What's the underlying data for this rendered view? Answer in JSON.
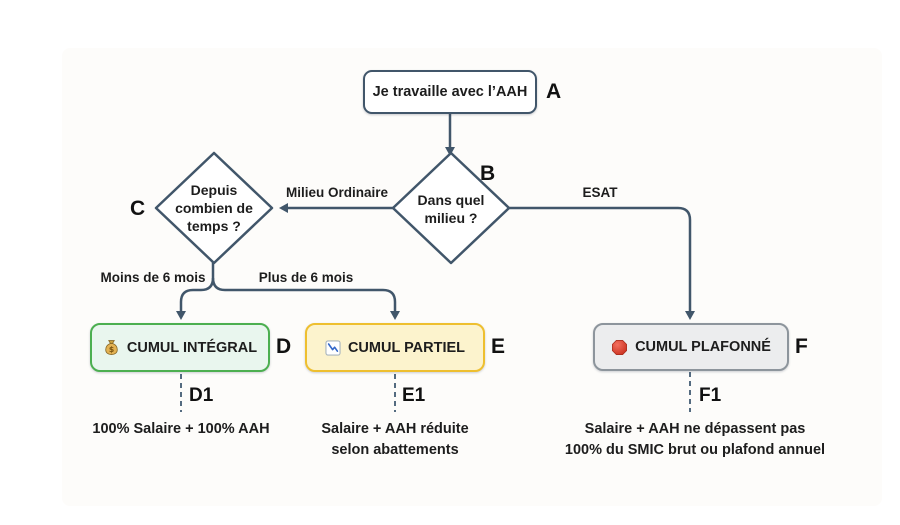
{
  "colors": {
    "background": "#ffffff",
    "line": "#41566a",
    "text": "#1d1d1d",
    "green_border": "#4caf50",
    "green_fill": "#e9f6ee",
    "yellow_border": "#eebf2f",
    "yellow_fill": "#fcf3cd",
    "gray_border": "#8d959c",
    "gray_fill": "#ecedee"
  },
  "nodes": {
    "a": {
      "id": "A",
      "text": "Je travaille avec l’AAH"
    },
    "b": {
      "id": "B",
      "text": "Dans quel\nmilieu ?"
    },
    "c": {
      "id": "C",
      "text": "Depuis\ncombien de\ntemps ?"
    },
    "d": {
      "id": "D",
      "text": "CUMUL INTÉGRAL",
      "icon": "money-bag-icon"
    },
    "e": {
      "id": "E",
      "text": "CUMUL PARTIEL",
      "icon": "chart-decreasing-icon"
    },
    "f": {
      "id": "F",
      "text": "CUMUL PLAFONNÉ",
      "icon": "stop-icon"
    }
  },
  "edges": {
    "milieu_ordinaire": "Milieu Ordinaire",
    "esat": "ESAT",
    "moins_6_mois": "Moins de 6 mois",
    "plus_6_mois": "Plus de 6 mois"
  },
  "outcomes": {
    "d1": {
      "id": "D1",
      "text": "100% Salaire + 100% AAH"
    },
    "e1": {
      "id": "E1",
      "text": "Salaire + AAH réduite\nselon abattements"
    },
    "f1": {
      "id": "F1",
      "text": "Salaire + AAH ne dépassent pas\n100% du SMIC brut ou plafond annuel"
    }
  }
}
